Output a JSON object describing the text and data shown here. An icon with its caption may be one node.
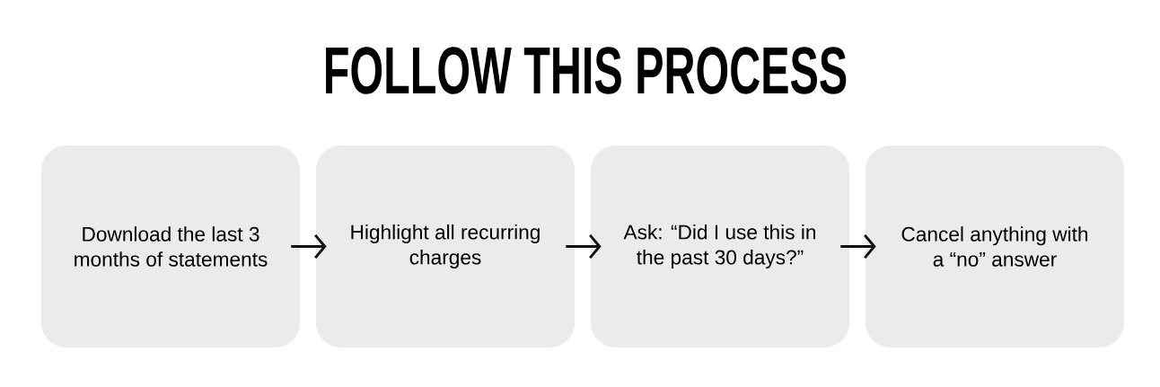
{
  "diagram": {
    "title": "FOLLOW THIS PROCESS",
    "nodes": [
      {
        "text": [
          "Download the last 3 months of statements"
        ]
      },
      {
        "text": [
          "Highlight all recurring charges"
        ]
      },
      {
        "text": [
          "Ask: “Did I use this in the past 30 days?”"
        ]
      },
      {
        "text": [
          "Cancel anything with a “no” answer"
        ]
      }
    ],
    "edges": [
      {
        "from": 0,
        "to": 1,
        "arrow": "to"
      },
      {
        "from": 1,
        "to": 2,
        "arrow": "to"
      },
      {
        "from": 2,
        "to": 3,
        "arrow": "to"
      }
    ]
  }
}
